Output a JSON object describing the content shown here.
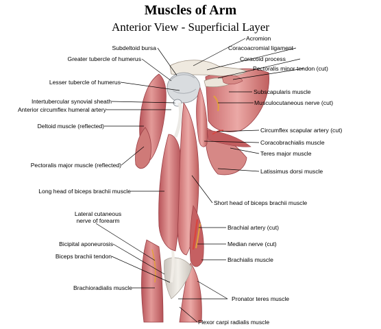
{
  "header": {
    "title": "Muscles of Arm",
    "subtitle": "Anterior View - Superficial Layer"
  },
  "labels": {
    "acromion": "Acromion",
    "subdeltoid_bursa": "Subdeltoid bursa",
    "coracoacromial_ligament": "Coracoacromial ligament",
    "greater_tubercle": "Greater tubercle of humerus",
    "coracoid_process": "Coracoid process",
    "pectoralis_minor_tendon": "Pectoralis minor tendon (cut)",
    "lesser_tubercle": "Lesser tubercle of humerus",
    "subscapularis": "Subscapularis muscle",
    "intertubercular_sheath": "Intertubercular synovial sheath",
    "musculocutaneous_nerve": "Musculocutaneous nerve (cut)",
    "anterior_circumflex_artery": "Anterior circumflex humeral artery",
    "deltoid_reflected": "Deltoid muscle (reflected)",
    "circumflex_scapular_artery": "Circumflex scapular artery (cut)",
    "coracobrachialis": "Coracobrachialis muscle",
    "teres_major": "Teres major muscle",
    "pectoralis_major_reflected": "Pectoralis major muscle (reflected)",
    "latissimus_dorsi": "Latissimus dorsi muscle",
    "long_head_biceps": "Long head of biceps brachii muscle",
    "short_head_biceps": "Short head of biceps brachii muscle",
    "lateral_cutaneous_nerve": "Lateral cutaneous\nnerve of forearm",
    "brachial_artery": "Brachial artery (cut)",
    "bicipital_aponeurosis": "Bicipital aponeurosis",
    "median_nerve": "Median nerve (cut)",
    "biceps_tendon": "Biceps brachii tendon",
    "brachialis": "Brachialis muscle",
    "brachioradialis": "Brachioradialis muscle",
    "pronator_teres": "Pronator teres muscle",
    "flexor_carpi_radialis": "Flexor carpi radialis muscle"
  },
  "colors": {
    "muscle": "#c9686a",
    "muscle_light": "#e8a2a0",
    "tendon": "#e6e2dc",
    "nerve": "#e3a13b",
    "leader_line": "#000000"
  }
}
